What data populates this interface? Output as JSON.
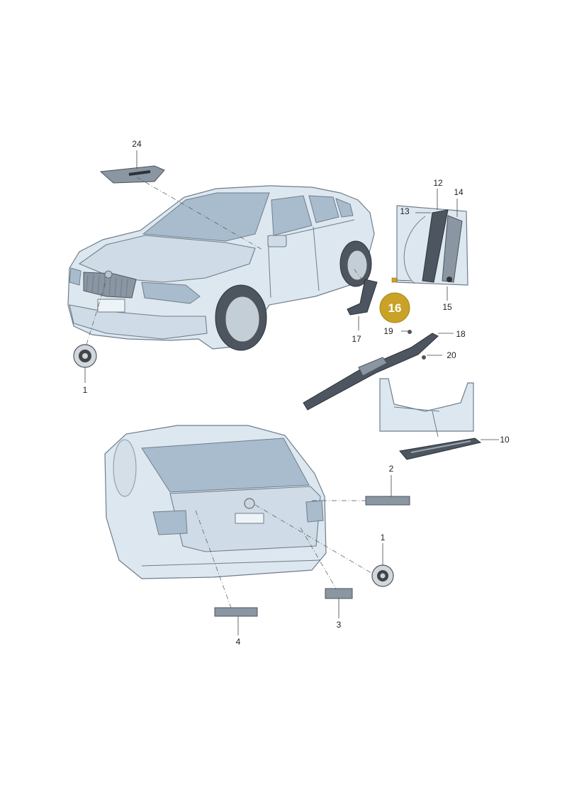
{
  "callouts": {
    "c24": "24",
    "c12": "12",
    "c14": "14",
    "c13": "13",
    "c15": "15",
    "c16": "16",
    "c17": "17",
    "c19": "19",
    "c18": "18",
    "c20": "20",
    "c1a": "1",
    "c10": "10",
    "c2": "2",
    "c1b": "1",
    "c3": "3",
    "c4": "4"
  },
  "highlight": {
    "part": "16",
    "color": "#c9a227"
  },
  "colors": {
    "body": "#dde7ef",
    "glass": "#a9bccd",
    "outline": "#6e7e8c",
    "part_dark": "#4d5660"
  }
}
